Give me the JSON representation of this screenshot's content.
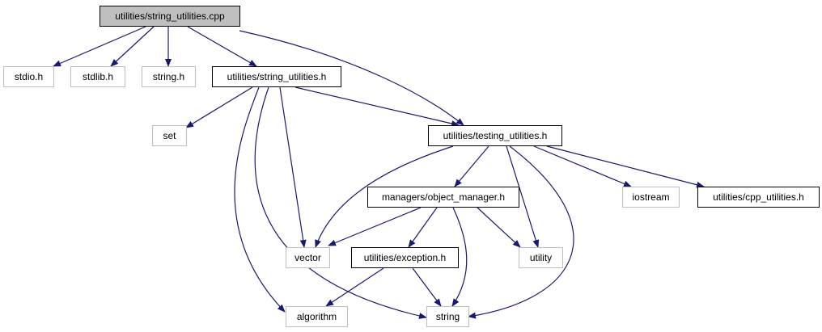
{
  "colors": {
    "edge": "#191970",
    "root_fill": "#bfbfbf",
    "internal_border": "#000000",
    "external_border": "#bfbfbf",
    "text": "#000000"
  },
  "graph": {
    "title": "utilities/string_utilities.cpp",
    "nodes": [
      {
        "id": "root",
        "label": "utilities/string_utilities.cpp",
        "kind": "root"
      },
      {
        "id": "stdio",
        "label": "stdio.h",
        "kind": "external"
      },
      {
        "id": "stdlib",
        "label": "stdlib.h",
        "kind": "external"
      },
      {
        "id": "string_h",
        "label": "string.h",
        "kind": "external"
      },
      {
        "id": "su_h",
        "label": "utilities/string_utilities.h",
        "kind": "internal"
      },
      {
        "id": "set",
        "label": "set",
        "kind": "external"
      },
      {
        "id": "tu_h",
        "label": "utilities/testing_utilities.h",
        "kind": "internal"
      },
      {
        "id": "om_h",
        "label": "managers/object_manager.h",
        "kind": "internal"
      },
      {
        "id": "iostream",
        "label": "iostream",
        "kind": "external"
      },
      {
        "id": "cpp_h",
        "label": "utilities/cpp_utilities.h",
        "kind": "internal"
      },
      {
        "id": "vector",
        "label": "vector",
        "kind": "external"
      },
      {
        "id": "exc_h",
        "label": "utilities/exception.h",
        "kind": "internal"
      },
      {
        "id": "utility",
        "label": "utility",
        "kind": "external"
      },
      {
        "id": "algorithm",
        "label": "algorithm",
        "kind": "external"
      },
      {
        "id": "string",
        "label": "string",
        "kind": "external"
      }
    ],
    "edges": [
      {
        "from": "root",
        "to": "stdio"
      },
      {
        "from": "root",
        "to": "stdlib"
      },
      {
        "from": "root",
        "to": "string_h"
      },
      {
        "from": "root",
        "to": "su_h"
      },
      {
        "from": "root",
        "to": "tu_h"
      },
      {
        "from": "su_h",
        "to": "set"
      },
      {
        "from": "su_h",
        "to": "tu_h"
      },
      {
        "from": "su_h",
        "to": "vector"
      },
      {
        "from": "su_h",
        "to": "algorithm"
      },
      {
        "from": "su_h",
        "to": "string"
      },
      {
        "from": "tu_h",
        "to": "om_h"
      },
      {
        "from": "tu_h",
        "to": "vector"
      },
      {
        "from": "tu_h",
        "to": "utility"
      },
      {
        "from": "tu_h",
        "to": "iostream"
      },
      {
        "from": "tu_h",
        "to": "cpp_h"
      },
      {
        "from": "tu_h",
        "to": "string"
      },
      {
        "from": "om_h",
        "to": "vector"
      },
      {
        "from": "om_h",
        "to": "exc_h"
      },
      {
        "from": "om_h",
        "to": "utility"
      },
      {
        "from": "om_h",
        "to": "string"
      },
      {
        "from": "exc_h",
        "to": "algorithm"
      },
      {
        "from": "exc_h",
        "to": "string"
      }
    ]
  }
}
